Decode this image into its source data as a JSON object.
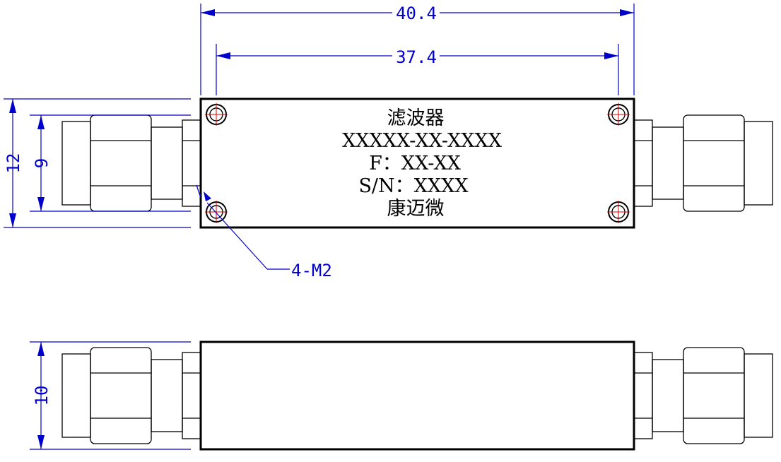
{
  "dimensions": {
    "overall_length": "40.4",
    "hole_spacing": "37.4",
    "body_height": "12",
    "connector_height": "9",
    "side_height": "10",
    "hole_callout": "4-M2"
  },
  "label": {
    "name": "滤波器",
    "model": "XXXXX-XX-XXXX",
    "frequency": "F：XX-XX",
    "serial": "S/N：XXXX",
    "brand": "康迈微"
  },
  "colors": {
    "outline": "#000000",
    "dimension": "#0000cc",
    "center_mark": "#dd0000"
  }
}
